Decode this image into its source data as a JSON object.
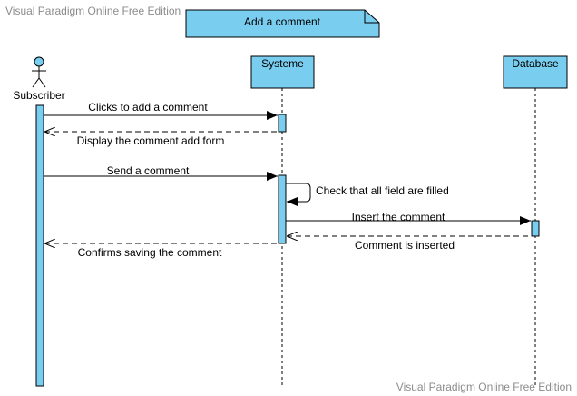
{
  "watermark": "Visual Paradigm Online Free Edition",
  "note": "Add a comment",
  "colors": {
    "fill": "#79CDEE",
    "stroke": "#000000",
    "watermark": "#8c8c8c",
    "background": "#ffffff"
  },
  "actor": {
    "label": "Subscriber"
  },
  "lifelines": [
    {
      "label": "Systeme"
    },
    {
      "label": "Database"
    }
  ],
  "messages": [
    {
      "label": "Clicks to add a comment",
      "kind": "sync"
    },
    {
      "label": "Display the comment add form",
      "kind": "return"
    },
    {
      "label": "Send a comment",
      "kind": "sync"
    },
    {
      "label": "Check that all field are filled",
      "kind": "self"
    },
    {
      "label": "Insert the comment",
      "kind": "sync"
    },
    {
      "label": "Comment is inserted",
      "kind": "return"
    },
    {
      "label": "Confirms saving the comment",
      "kind": "return"
    }
  ]
}
